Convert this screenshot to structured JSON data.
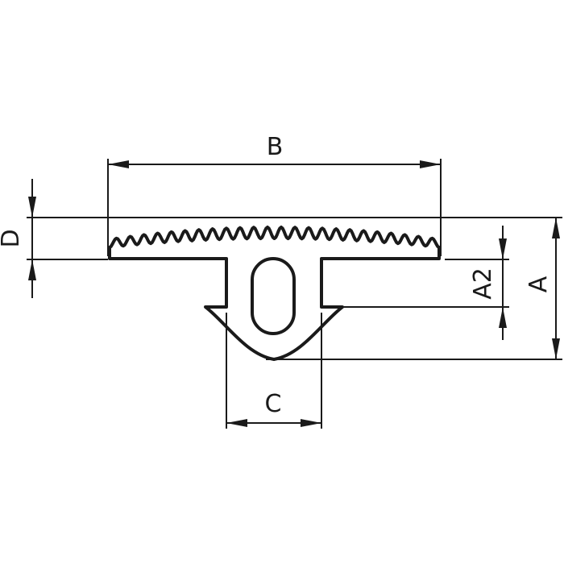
{
  "dimension_labels": {
    "b": "B",
    "d": "D",
    "a2": "A2",
    "a": "A",
    "c": "C"
  },
  "colors": {
    "line": "#1a1a1a",
    "background": "#ffffff"
  }
}
